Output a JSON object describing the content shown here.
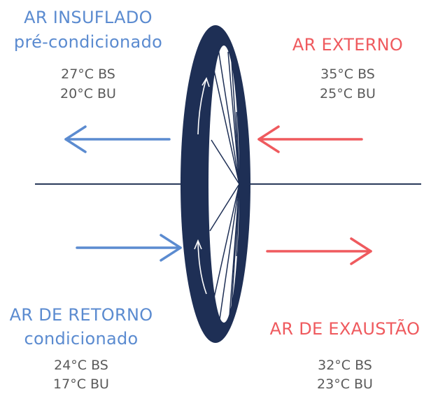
{
  "supply": {
    "title": "AR INSUFLADO",
    "subtitle": "pré-condicionado",
    "dry_bulb": "27°C BS",
    "wet_bulb": "20°C BU"
  },
  "outside": {
    "title": "AR EXTERNO",
    "dry_bulb": "35°C BS",
    "wet_bulb": "25°C BU"
  },
  "return_air": {
    "title": "AR DE RETORNO",
    "subtitle": "condicionado",
    "dry_bulb": "24°C BS",
    "wet_bulb": "17°C BU"
  },
  "exhaust": {
    "title": "AR DE EXAUSTÃO",
    "dry_bulb": "32°C BS",
    "wet_bulb": "23°C BU"
  },
  "colors": {
    "supply_return": "#5b8bd0",
    "outside_exhaust": "#ef5a5e",
    "wheel": "#1e2f55",
    "line": "#2a3a5a"
  }
}
